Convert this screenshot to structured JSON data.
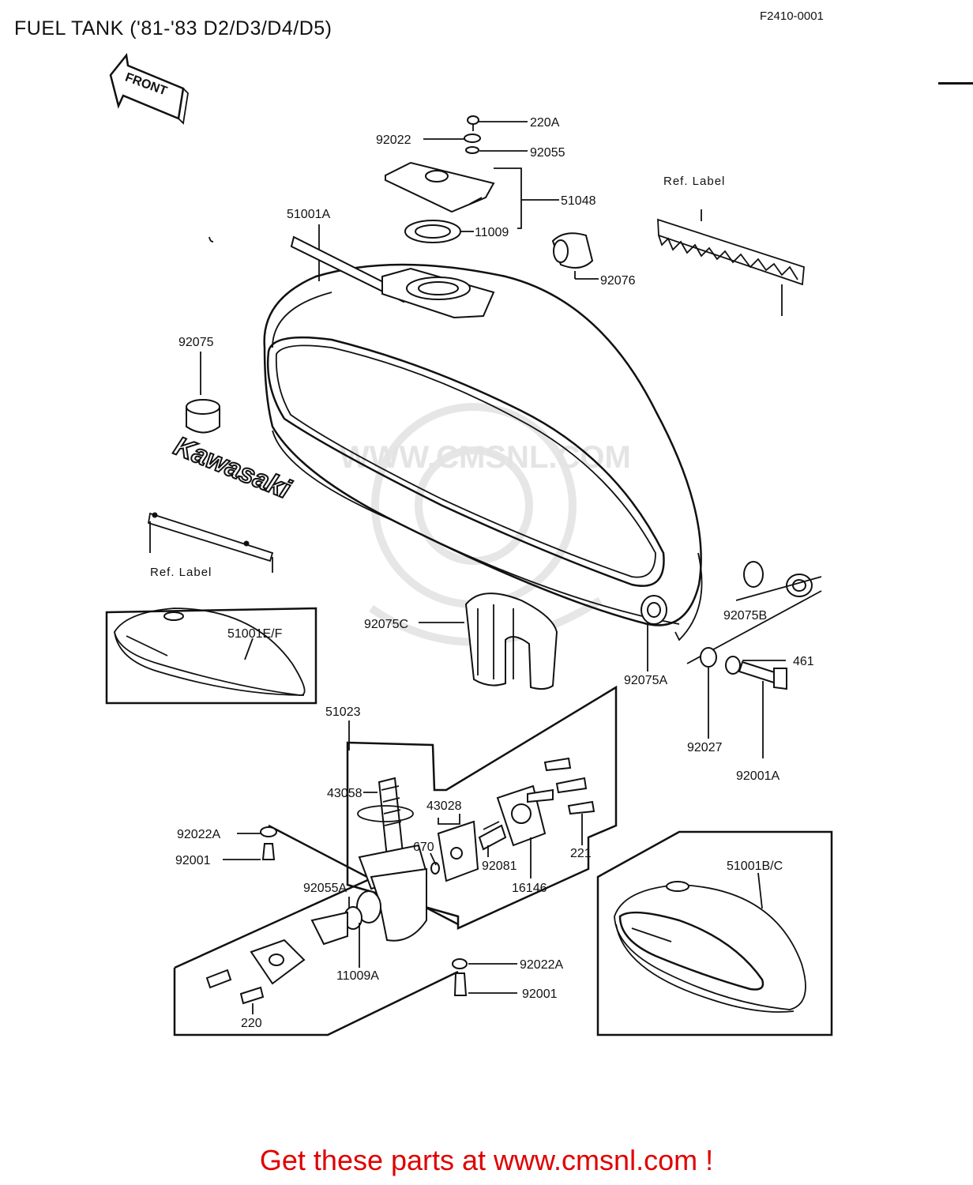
{
  "header": {
    "title": "FUEL TANK ('81-'83 D2/D3/D4/D5)",
    "figure_code": "F2410-0001"
  },
  "diagram": {
    "front_arrow": "FRONT",
    "brand_emblem": "Kawasaki",
    "watermark": "WWW.CMSNL.COM",
    "ref_label_1": "Ref.  Label",
    "ref_label_2": "Ref.  Label",
    "parts": {
      "p220A": "220A",
      "p92022": "92022",
      "p92055": "92055",
      "p51048": "51048",
      "p11009": "11009",
      "p51001A": "51001A",
      "p92076": "92076",
      "p92075": "92075",
      "p92075B": "92075B",
      "p51001EF": "51001E/F",
      "p92075C": "92075C",
      "p461": "461",
      "p51023": "51023",
      "p92075A": "92075A",
      "p92027": "92027",
      "p92001A": "92001A",
      "p43058": "43058",
      "p43028": "43028",
      "p670": "670",
      "p92081": "92081",
      "p16146": "16146",
      "p221": "221",
      "p92022A_1": "92022A",
      "p92001_1": "92001",
      "p92055A": "92055A",
      "p11009A": "11009A",
      "p92022A_2": "92022A",
      "p92001_2": "92001",
      "p220": "220",
      "p51001BC": "51001B/C"
    }
  },
  "footer": {
    "link_text": "Get these parts at www.cmsnl.com !"
  }
}
